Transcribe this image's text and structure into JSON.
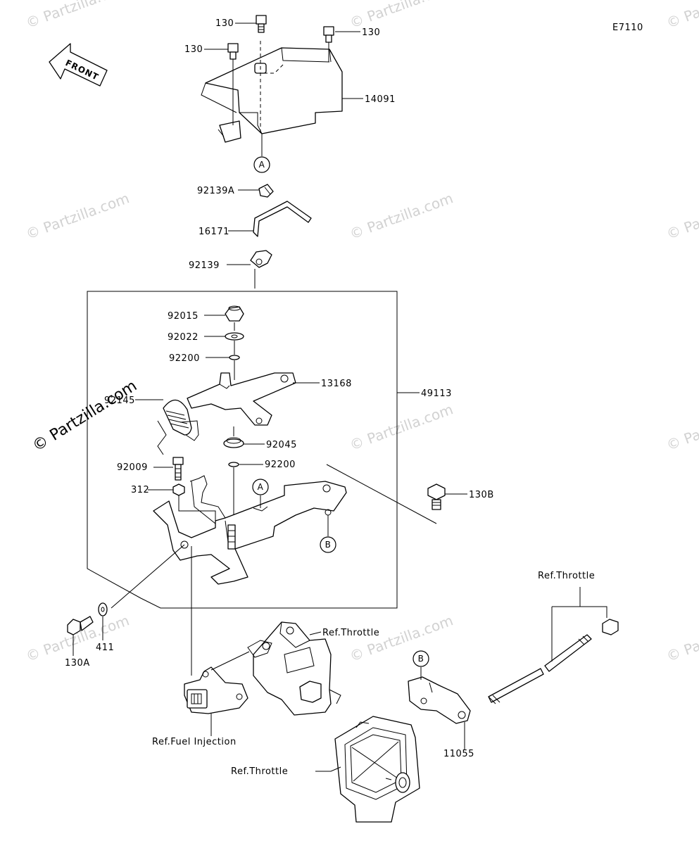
{
  "diagram": {
    "code": "E7110",
    "watermark": "© Partzilla.com",
    "front_arrow": "FRONT",
    "ref_markers": [
      "A",
      "B"
    ],
    "labels": {
      "p130_top": "130",
      "p130_right": "130",
      "p130_left": "130",
      "p14091": "14091",
      "p92139A": "92139A",
      "p16171": "16171",
      "p92139": "92139",
      "p92015": "92015",
      "p92022": "92022",
      "p92200_top": "92200",
      "p13168": "13168",
      "p92145": "92145",
      "p49113": "49113",
      "p92045": "92045",
      "p92009": "92009",
      "p92200_mid": "92200",
      "p312": "312",
      "p130B": "130B",
      "p130A": "130A",
      "p411": "411",
      "p11055": "11055",
      "ref_throttle_right": "Ref.Throttle",
      "ref_throttle_mid": "Ref.Throttle",
      "ref_throttle_bottom": "Ref.Throttle",
      "ref_fuel_injection": "Ref.Fuel Injection"
    }
  }
}
